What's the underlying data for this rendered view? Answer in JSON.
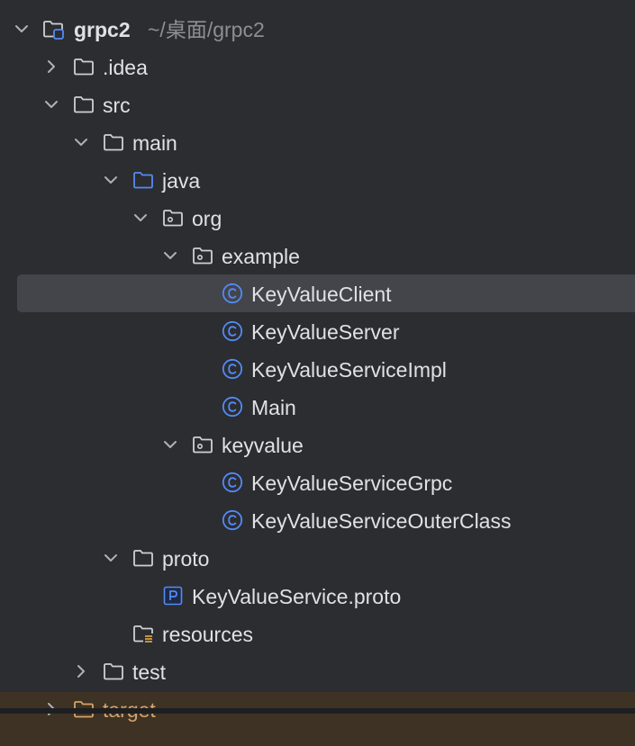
{
  "project": {
    "name": "grpc2",
    "path": "~/桌面/grpc2"
  },
  "tree": {
    "idea": ".idea",
    "src": "src",
    "main": "main",
    "java": "java",
    "org": "org",
    "example": "example",
    "KeyValueClient": "KeyValueClient",
    "KeyValueServer": "KeyValueServer",
    "KeyValueServiceImpl": "KeyValueServiceImpl",
    "Main": "Main",
    "keyvalue": "keyvalue",
    "KeyValueServiceGrpc": "KeyValueServiceGrpc",
    "KeyValueServiceOuterClass": "KeyValueServiceOuterClass",
    "proto": "proto",
    "KeyValueServiceProto": "KeyValueService.proto",
    "resources": "resources",
    "test": "test",
    "target": "target"
  },
  "colors": {
    "background": "#2b2d30",
    "selection": "#43454a",
    "class_icon": "#548af7",
    "folder_icon": "#ced0d6",
    "source_folder_icon": "#548af7",
    "excluded_folder": "#d4a36a"
  },
  "icons": {
    "expanded": "chevron-down-icon",
    "collapsed": "chevron-right-icon",
    "module": "module-folder-icon",
    "folder": "folder-icon",
    "source_root": "source-root-folder-icon",
    "package": "package-icon",
    "class": "class-icon",
    "proto_file": "proto-file-icon",
    "resources_root": "resources-root-folder-icon"
  }
}
